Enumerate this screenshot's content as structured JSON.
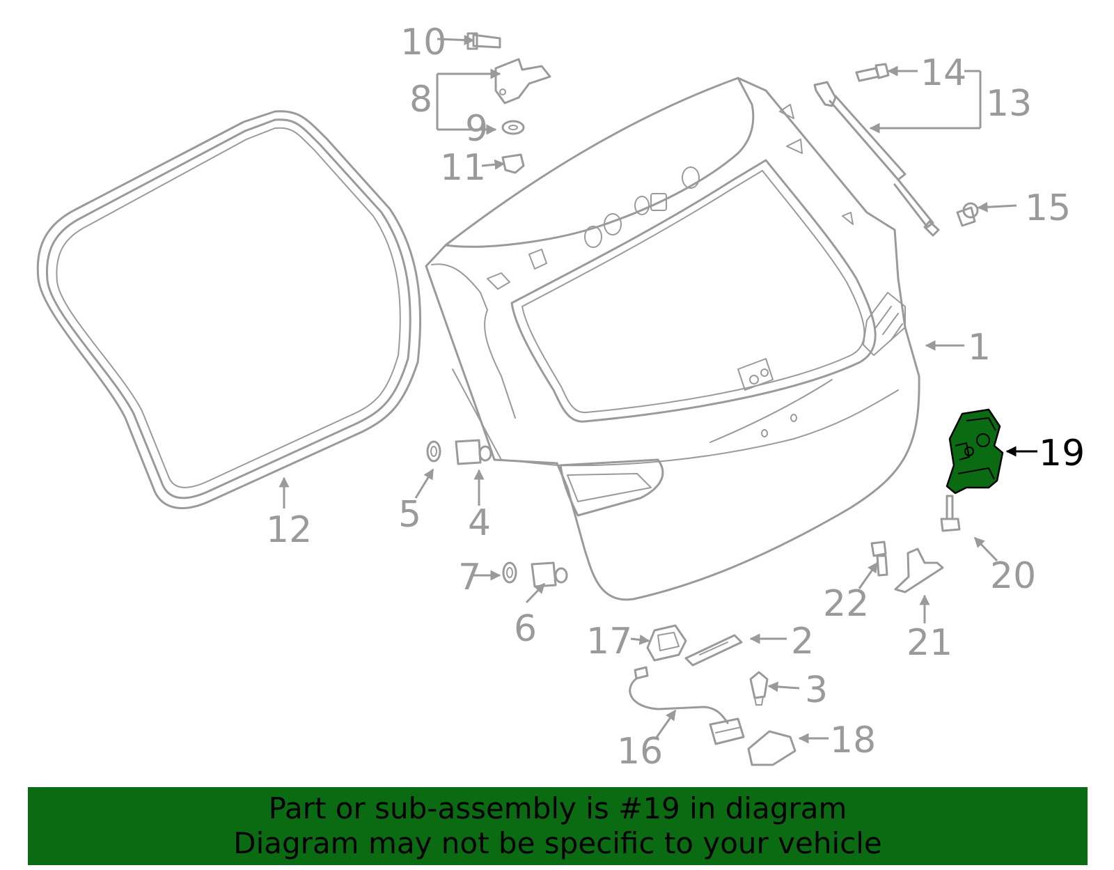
{
  "callouts": {
    "c1": "1",
    "c2": "2",
    "c3": "3",
    "c4": "4",
    "c5": "5",
    "c6": "6",
    "c7": "7",
    "c8": "8",
    "c9": "9",
    "c10": "10",
    "c11": "11",
    "c12": "12",
    "c13": "13",
    "c14": "14",
    "c15": "15",
    "c16": "16",
    "c17": "17",
    "c18": "18",
    "c19": "19",
    "c20": "20",
    "c21": "21",
    "c22": "22"
  },
  "highlight": {
    "part_number": "19",
    "color": "#0a6b12"
  },
  "banner": {
    "line1": "Part or sub-assembly is #19 in diagram",
    "line2": "Diagram may not be specific to your vehicle",
    "background": "#0a6b12"
  }
}
